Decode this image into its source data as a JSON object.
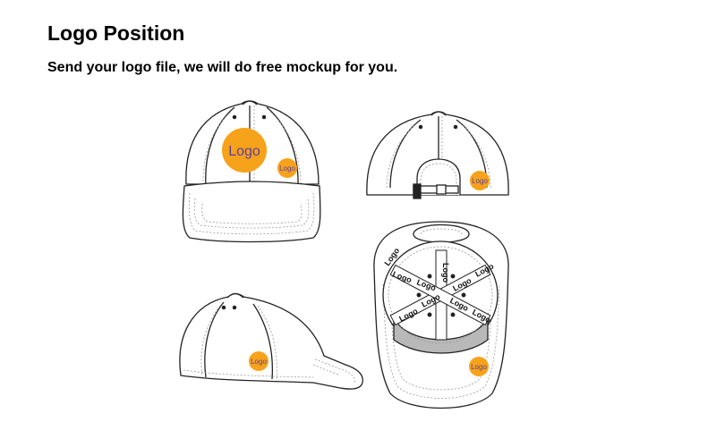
{
  "header": {
    "title": "Logo Position",
    "subtitle": "Send your logo file, we will do free mockup for you."
  },
  "colors": {
    "logo_fill": "#f7a21b",
    "logo_text": "#5b3fa0",
    "line": "#222222",
    "stitch": "#9a9a9a",
    "sweatband": "#b8b8b8"
  },
  "views": {
    "front": {
      "logo_large": "Logo",
      "logo_small": "Logo"
    },
    "back": {
      "logo": "Logo"
    },
    "side": {
      "logo": "Logo"
    },
    "underside": {
      "strip_labels": [
        "Logo",
        "Logo",
        "Logo",
        "Logo",
        "Logo",
        "Logo",
        "Logo",
        "Logo",
        "Logo",
        "Logo"
      ],
      "logo": "Logo"
    }
  }
}
